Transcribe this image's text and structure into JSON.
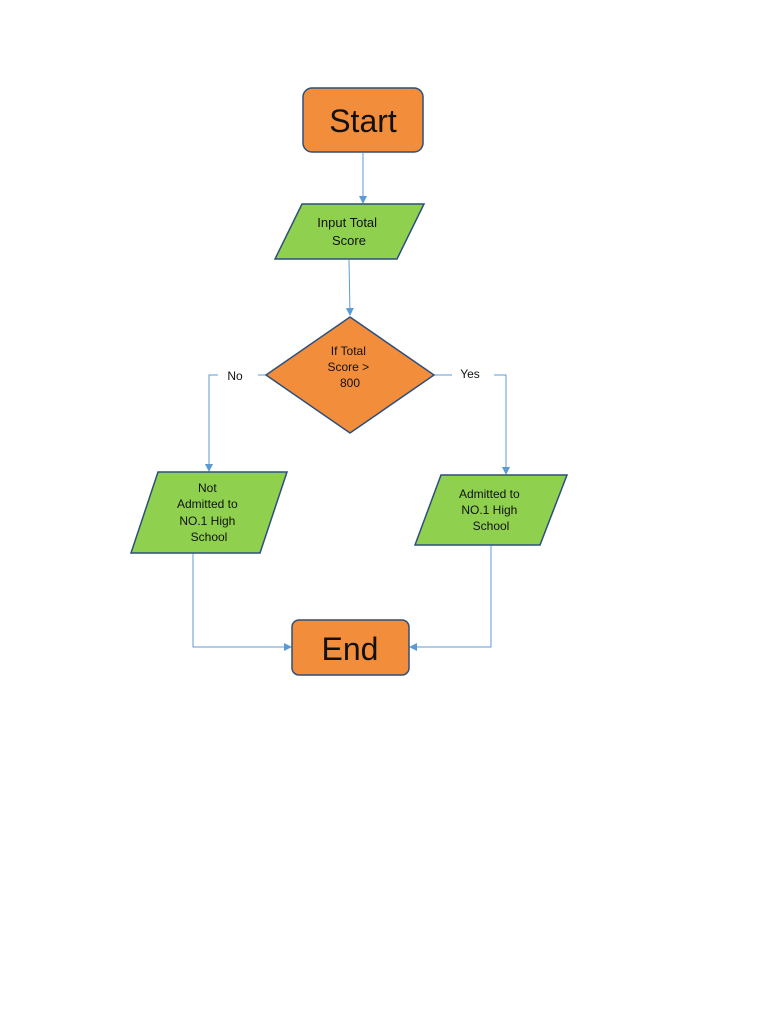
{
  "diagram": {
    "start": {
      "label": "Start",
      "fill": "#f28e3b",
      "stroke": "#2d4f7c"
    },
    "input": {
      "lines": [
        "Input Total",
        "Score"
      ],
      "fill": "#8fd14f",
      "stroke": "#2d4f7c"
    },
    "decision": {
      "lines": [
        "If Total",
        "Score >",
        "800"
      ],
      "fill": "#f28e3b",
      "stroke": "#2d4f7c"
    },
    "no_label": "No",
    "yes_label": "Yes",
    "not_admitted": {
      "lines": [
        "Not",
        "Admitted to",
        "NO.1 High",
        "School"
      ],
      "fill": "#8fd14f",
      "stroke": "#2d4f7c"
    },
    "admitted": {
      "lines": [
        "Admitted to",
        "NO.1 High",
        "School"
      ],
      "fill": "#8fd14f",
      "stroke": "#2d4f7c"
    },
    "end": {
      "label": "End",
      "fill": "#f28e3b",
      "stroke": "#2d4f7c"
    },
    "connector_color": "#5b9bd5"
  }
}
